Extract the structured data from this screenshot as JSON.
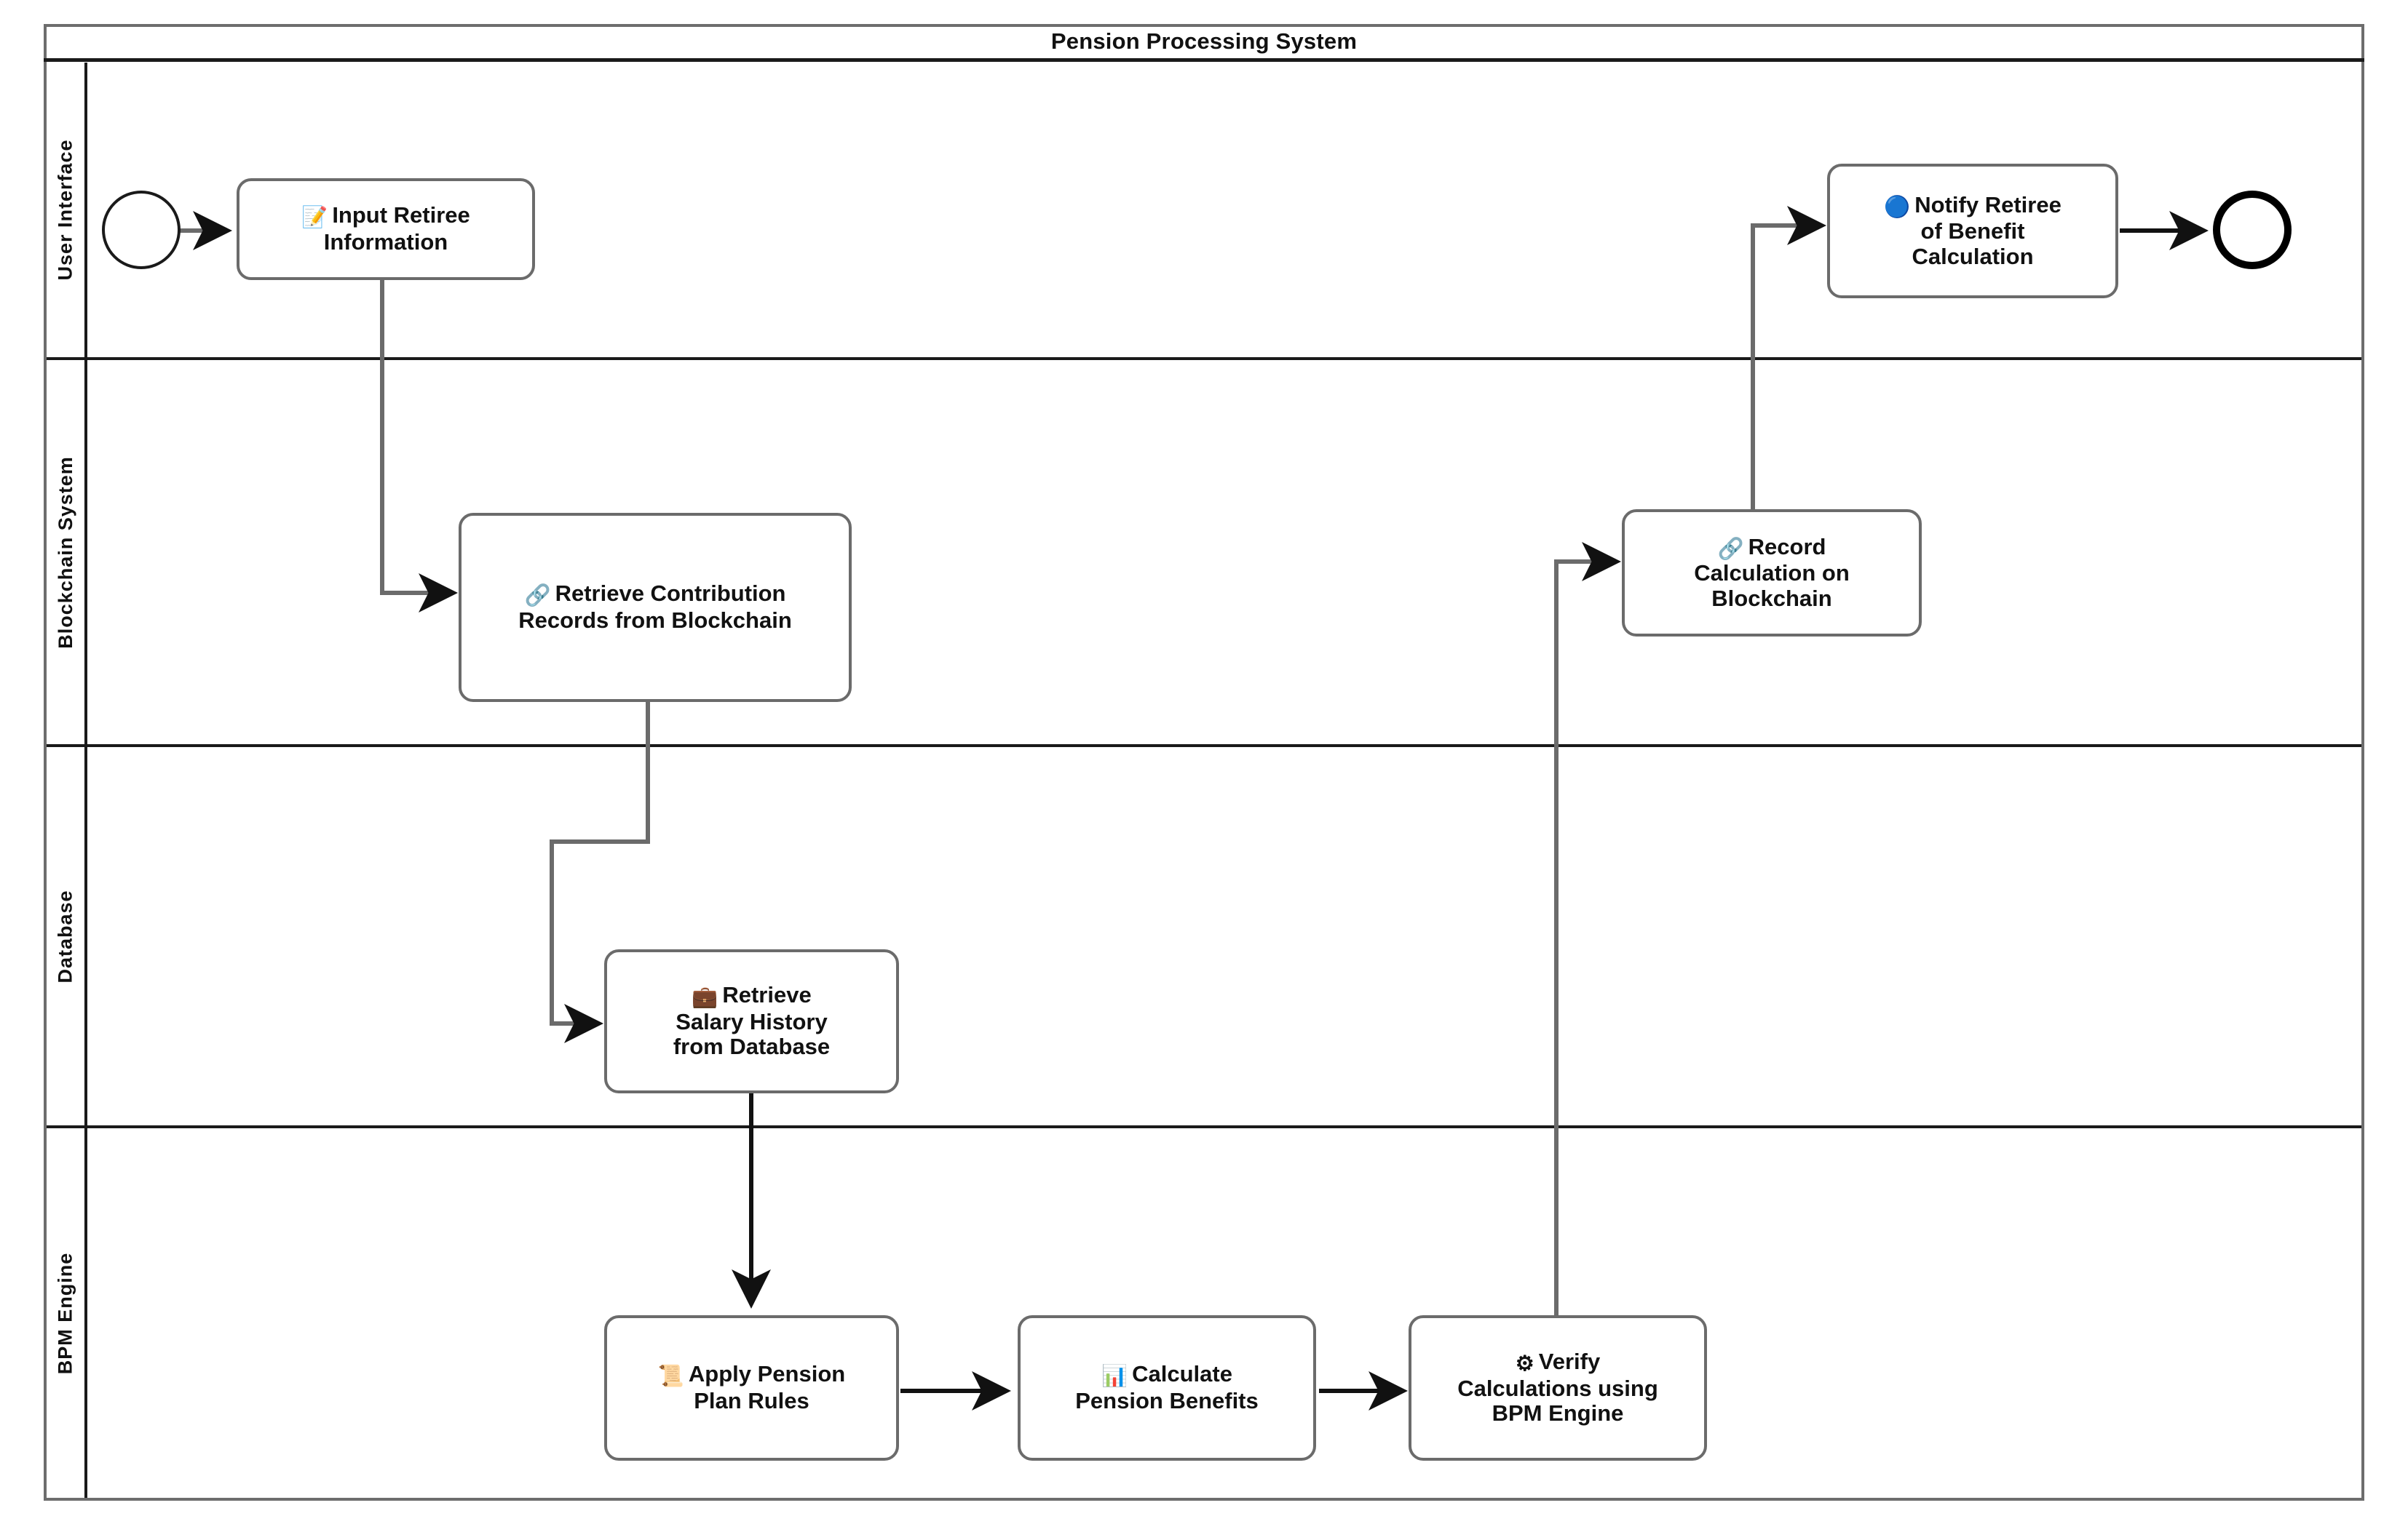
{
  "pool": {
    "title": "Pension Processing System"
  },
  "lanes": [
    {
      "id": "user-interface",
      "label": "User Interface"
    },
    {
      "id": "blockchain-system",
      "label": "Blockchain System"
    },
    {
      "id": "database",
      "label": "Database"
    },
    {
      "id": "bpm-engine",
      "label": "BPM Engine"
    }
  ],
  "events": [
    {
      "id": "start-event",
      "type": "start"
    },
    {
      "id": "end-event",
      "type": "end"
    }
  ],
  "tasks": [
    {
      "id": "input-retiree-information",
      "icon": "memo-icon",
      "icon_glyph": "📝",
      "lines": [
        "Input Retiree",
        "Information"
      ],
      "lane": "user-interface"
    },
    {
      "id": "notify-retiree-of-benefit-calculation",
      "icon": "notification-icon",
      "icon_glyph": "🔵",
      "lines": [
        "Notify Retiree",
        "of Benefit",
        "Calculation"
      ],
      "lane": "user-interface"
    },
    {
      "id": "retrieve-contribution-records-from-blockchain",
      "icon": "link-icon",
      "icon_glyph": "🔗",
      "lines": [
        "Retrieve Contribution",
        "Records from Blockchain"
      ],
      "lane": "blockchain-system"
    },
    {
      "id": "record-calculation-on-blockchain",
      "icon": "link-icon",
      "icon_glyph": "🔗",
      "lines": [
        "Record",
        "Calculation on",
        "Blockchain"
      ],
      "lane": "blockchain-system"
    },
    {
      "id": "retrieve-salary-history-from-database",
      "icon": "briefcase-icon",
      "icon_glyph": "💼",
      "lines": [
        "Retrieve",
        "Salary History",
        "from Database"
      ],
      "lane": "database"
    },
    {
      "id": "apply-pension-plan-rules",
      "icon": "scroll-icon",
      "icon_glyph": "📜",
      "lines": [
        "Apply Pension",
        "Plan Rules"
      ],
      "lane": "bpm-engine"
    },
    {
      "id": "calculate-pension-benefits",
      "icon": "bar-chart-icon",
      "icon_glyph": "📊",
      "lines": [
        "Calculate",
        "Pension Benefits"
      ],
      "lane": "bpm-engine"
    },
    {
      "id": "verify-calculations-using-bpm-engine",
      "icon": "gear-icon",
      "icon_glyph": "⚙",
      "lines": [
        "Verify",
        "Calculations using",
        "BPM Engine"
      ],
      "lane": "bpm-engine"
    }
  ],
  "flows": [
    {
      "id": "flow-start-to-input",
      "from": "start-event",
      "to": "input-retiree-information"
    },
    {
      "id": "flow-input-to-retrieve-contrib",
      "from": "input-retiree-information",
      "to": "retrieve-contribution-records-from-blockchain"
    },
    {
      "id": "flow-contrib-to-salary",
      "from": "retrieve-contribution-records-from-blockchain",
      "to": "retrieve-salary-history-from-database"
    },
    {
      "id": "flow-salary-to-apply-rules",
      "from": "retrieve-salary-history-from-database",
      "to": "apply-pension-plan-rules"
    },
    {
      "id": "flow-apply-to-calculate",
      "from": "apply-pension-plan-rules",
      "to": "calculate-pension-benefits"
    },
    {
      "id": "flow-calculate-to-verify",
      "from": "calculate-pension-benefits",
      "to": "verify-calculations-using-bpm-engine"
    },
    {
      "id": "flow-verify-to-record",
      "from": "verify-calculations-using-bpm-engine",
      "to": "record-calculation-on-blockchain"
    },
    {
      "id": "flow-record-to-notify",
      "from": "record-calculation-on-blockchain",
      "to": "notify-retiree-of-benefit-calculation"
    },
    {
      "id": "flow-notify-to-end",
      "from": "notify-retiree-of-benefit-calculation",
      "to": "end-event"
    }
  ],
  "colors": {
    "pool_border": "#6d6d6d",
    "lane_border": "#1a1a1a",
    "task_border": "#6b6b6b",
    "flow_line": "#6b6b6b",
    "arrow_head": "#111111",
    "text": "#111111",
    "background": "#ffffff"
  }
}
